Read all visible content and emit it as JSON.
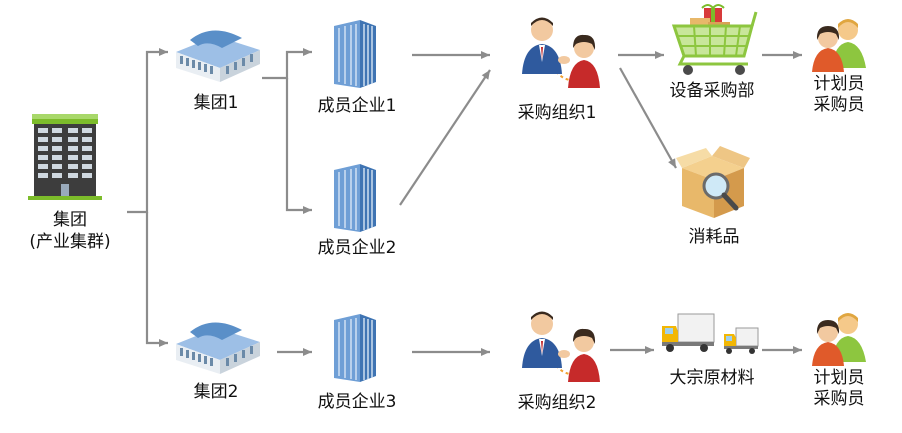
{
  "nodes": {
    "group_root": {
      "line1": "集团",
      "line2": "(产业集群)"
    },
    "group1": {
      "label": "集团1"
    },
    "group2": {
      "label": "集团2"
    },
    "member1": {
      "label": "成员企业1"
    },
    "member2": {
      "label": "成员企业2"
    },
    "member3": {
      "label": "成员企业3"
    },
    "purchase_org1": {
      "label": "采购组织1"
    },
    "purchase_org2": {
      "label": "采购组织2"
    },
    "equipment_dept": {
      "label": "设备采购部"
    },
    "consumables": {
      "label": "消耗品"
    },
    "bulk_materials": {
      "label": "大宗原材料"
    },
    "planner_buyer1": {
      "line1": "计划员",
      "line2": "采购员"
    },
    "planner_buyer2": {
      "line1": "计划员",
      "line2": "采购员"
    }
  },
  "colors": {
    "arrow": "#8c8c8c",
    "building_blue": "#5a8fc8",
    "hq_roof": "#6fa2d8",
    "green_trim": "#7cbc2a",
    "cart_green": "#8dc63f",
    "box_tan": "#e8b86a",
    "truck_yellow": "#f2b705"
  },
  "icons": [
    "office-tower-icon",
    "headquarters-building-icon",
    "skyscraper-icon",
    "handshake-icon",
    "shopping-cart-icon",
    "box-magnifier-icon",
    "truck-icon",
    "two-people-icon"
  ]
}
